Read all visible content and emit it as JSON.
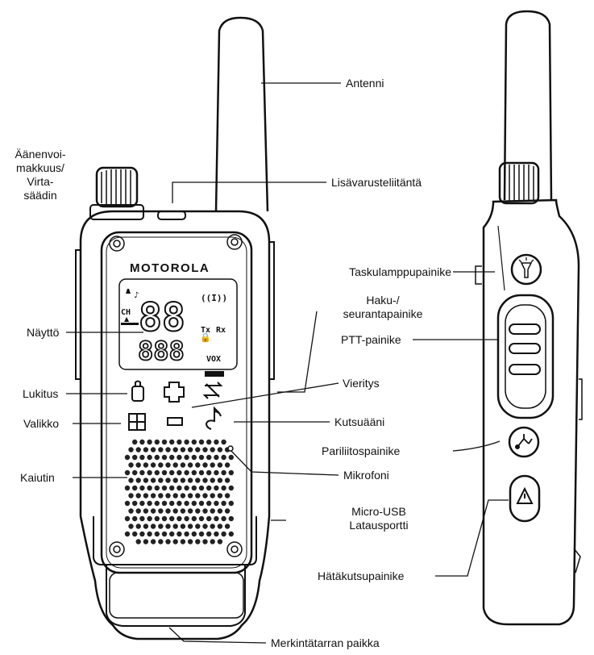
{
  "brand": "MOTOROLA",
  "display": {
    "big_digits": "88",
    "small_digits": "888",
    "ch_label": "CH",
    "tx": "Tx",
    "rx": "Rx",
    "vox": "VOX",
    "signal": "((I))"
  },
  "labels": {
    "antenna": "Antenni",
    "volume_line1": "Äänenvoi-",
    "volume_line2": "makkuus/",
    "volume_line3": "Virta-",
    "volume_line4": "säädin",
    "accessory": "Lisävarusteliitäntä",
    "flashlight": "Taskulamppupainike",
    "scan_line1": "Haku-/",
    "scan_line2": "seurantapainike",
    "display": "Näyttö",
    "ptt": "PTT-painike",
    "lock": "Lukitus",
    "scroll": "Vieritys",
    "menu": "Valikko",
    "call_tone": "Kutsuääni",
    "pairing": "Pariliitospainike",
    "speaker": "Kaiutin",
    "microphone": "Mikrofoni",
    "usb_line1": "Micro-USB",
    "usb_line2": "Latausportti",
    "emergency": "Hätäkutsupainike",
    "sticker": "Merkintätarran paikka"
  }
}
